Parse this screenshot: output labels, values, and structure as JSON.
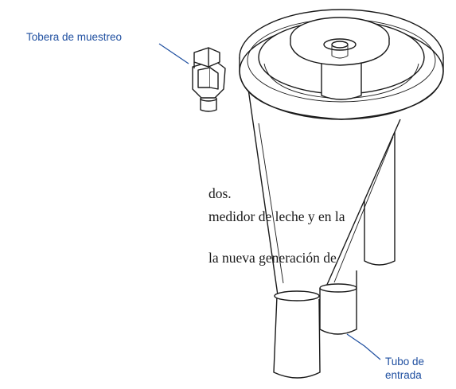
{
  "figure": {
    "callouts": {
      "sampling_nozzle": "Tobera de muestreo",
      "inlet_tube_line1": "Tubo de",
      "inlet_tube_line2": "entrada"
    },
    "body_text_fragments": [
      "dos.",
      "medidor de leche y en la",
      "la nueva generación de"
    ],
    "colors": {
      "callout": "#1f4fa0",
      "outline": "#1a1a1a",
      "background": "#ffffff"
    }
  }
}
